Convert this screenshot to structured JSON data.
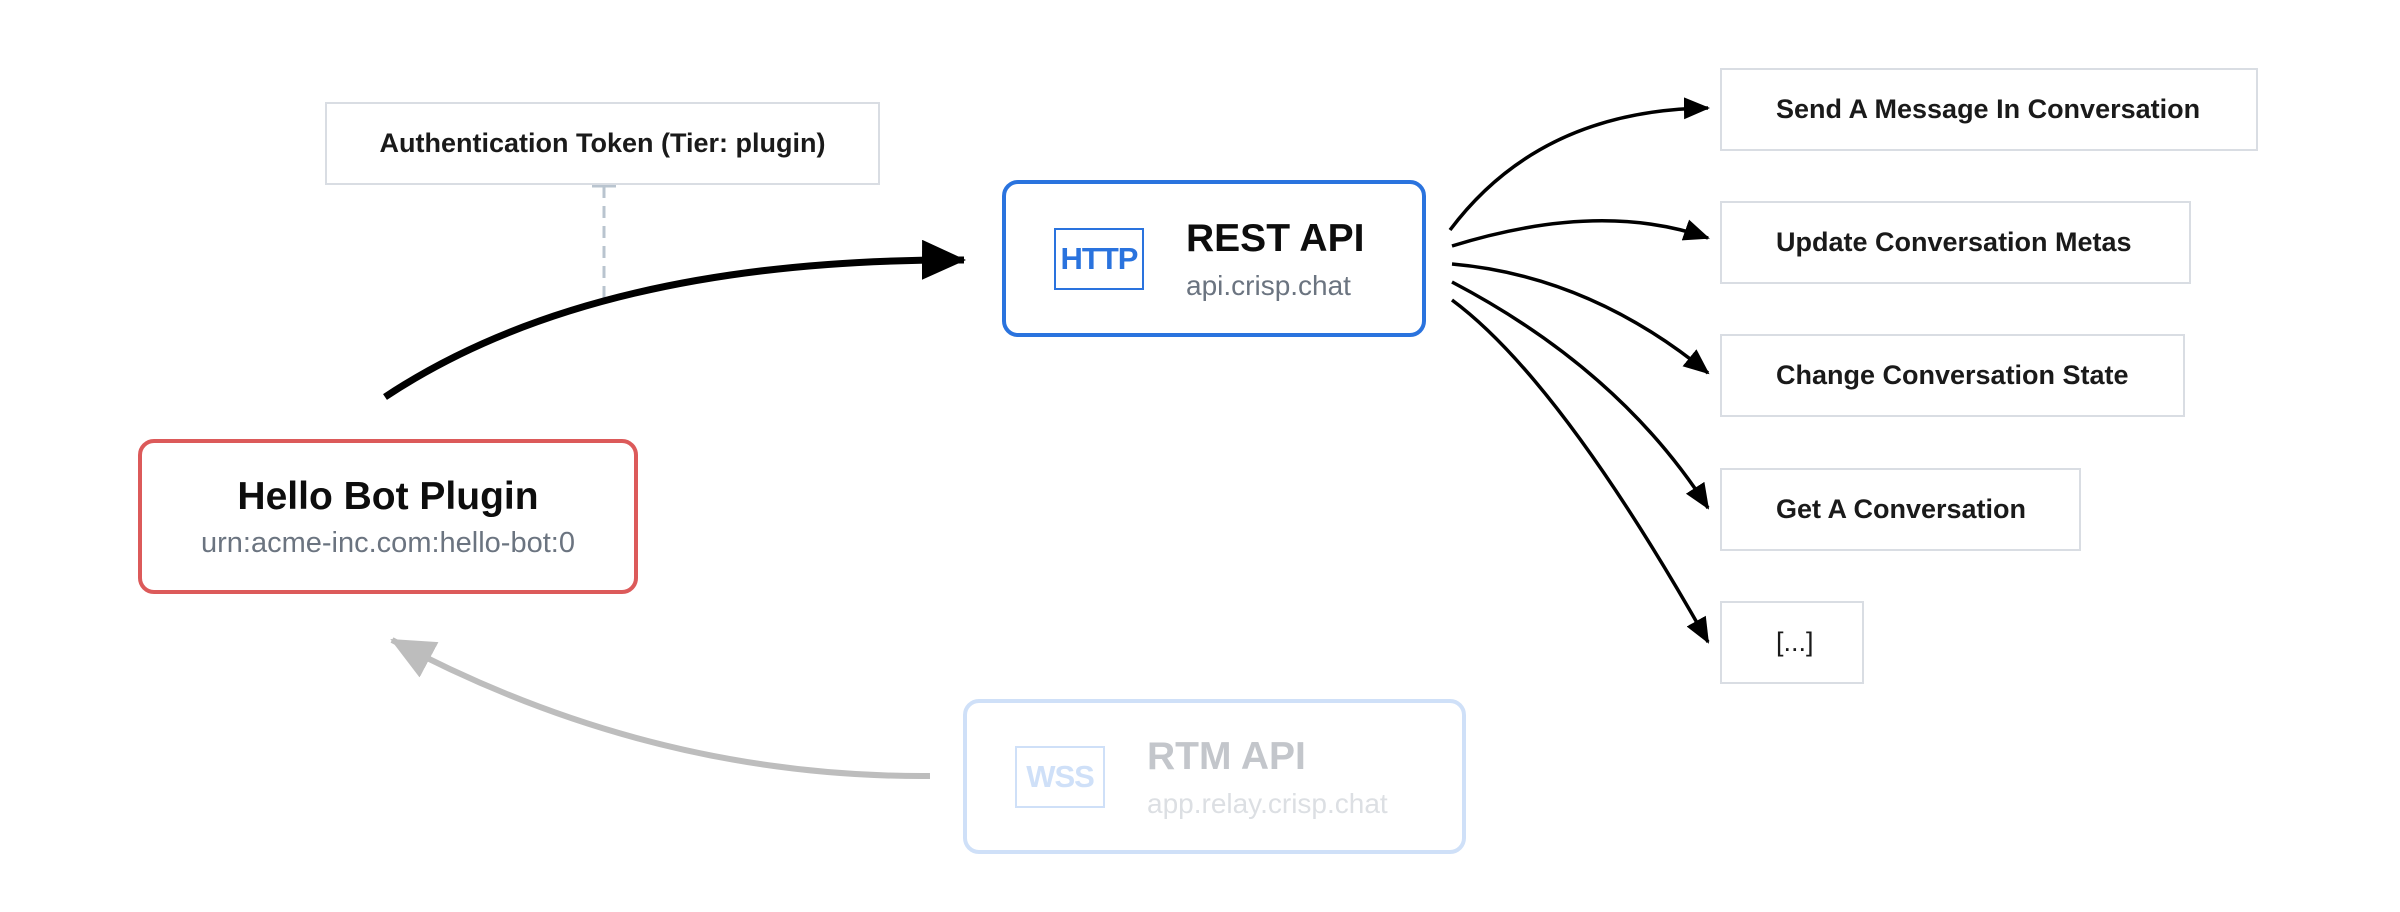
{
  "token": {
    "label": "Authentication Token (Tier: plugin)"
  },
  "plugin": {
    "name": "Hello Bot Plugin",
    "urn": "urn:acme-inc.com:hello-bot:0"
  },
  "rest_api": {
    "protocol": "HTTP",
    "name": "REST API",
    "host": "api.crisp.chat"
  },
  "rtm_api": {
    "protocol": "WSS",
    "name": "RTM API",
    "host": "app.relay.crisp.chat"
  },
  "endpoints": [
    {
      "label": "Send A Message In Conversation"
    },
    {
      "label": "Update Conversation Metas"
    },
    {
      "label": "Change Conversation State"
    },
    {
      "label": "Get A Conversation"
    },
    {
      "label": "[...]"
    }
  ],
  "colors": {
    "plugin_border": "#dc5a5a",
    "rest_accent": "#2a73de",
    "rtm_faded": "#cfe0f8",
    "token_link": "#b9c4cf",
    "rtm_arrow": "#bdbdbd",
    "arrow": "#000000"
  }
}
